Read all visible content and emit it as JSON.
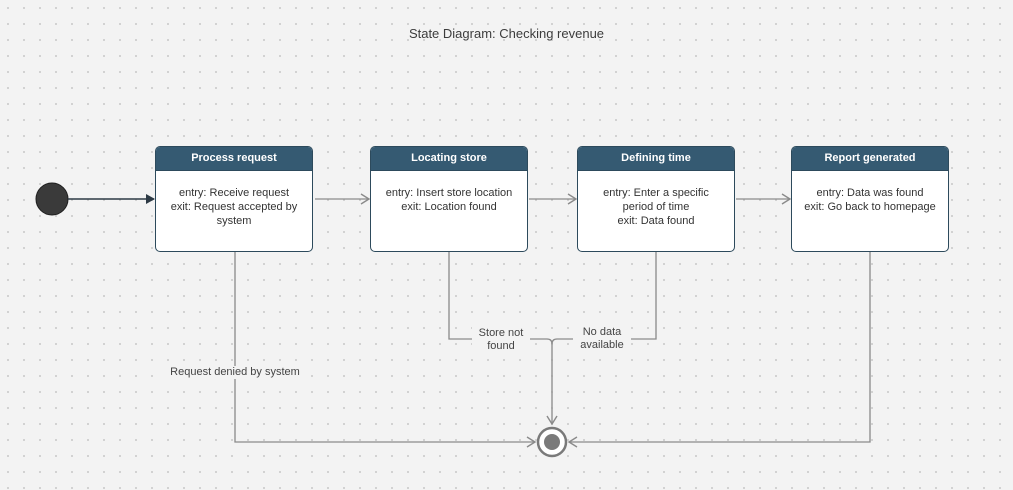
{
  "title": "State Diagram: Checking revenue",
  "states": [
    {
      "name": "Process request",
      "entry": "entry: Receive request",
      "exit": "exit: Request accepted by system"
    },
    {
      "name": "Locating store",
      "entry": "entry: Insert store location",
      "exit": "exit: Location found"
    },
    {
      "name": "Defining time",
      "entry": "entry: Enter a specific period of time",
      "exit": "exit: Data found"
    },
    {
      "name": "Report generated",
      "entry": "entry: Data was found",
      "exit": "exit: Go back to homepage"
    }
  ],
  "transitions": {
    "request_denied": "Request denied by system",
    "store_not_found": "Store not found",
    "no_data": "No data available"
  },
  "colors": {
    "header": "#355a72",
    "border": "#2d4a5c",
    "connector": "#8a8a8a",
    "initial_node": "#3a3a3a"
  }
}
